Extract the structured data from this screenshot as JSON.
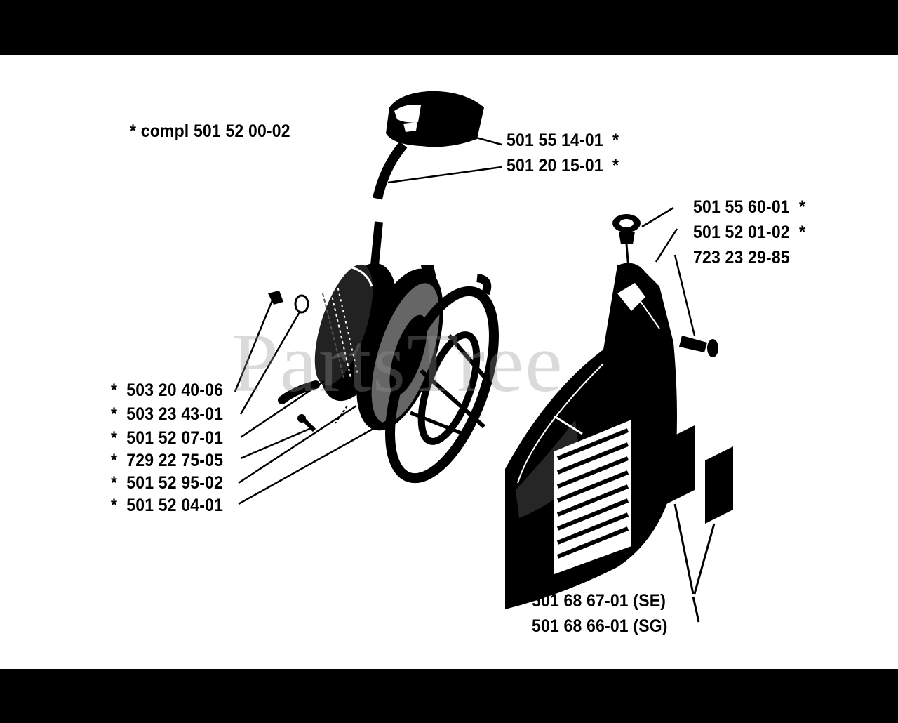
{
  "watermark": "PartsTree",
  "assembly_label": "compl 501 52 00-02",
  "assembly_marker": "*",
  "parts_right": [
    {
      "number": "501 55 14-01",
      "mark": "*"
    },
    {
      "number": "501 20 15-01",
      "mark": "*"
    },
    {
      "number": "501 55 60-01",
      "mark": "*"
    },
    {
      "number": "501 52 01-02",
      "mark": "*"
    },
    {
      "number": "723 23 29-85",
      "mark": ""
    }
  ],
  "parts_left": [
    {
      "mark": "*",
      "number": "503 20 40-06"
    },
    {
      "mark": "*",
      "number": "503 23 43-01"
    },
    {
      "mark": "*",
      "number": "501 52 07-01"
    },
    {
      "mark": "*",
      "number": "729 22 75-05"
    },
    {
      "mark": "*",
      "number": "501 52 95-02"
    },
    {
      "mark": "*",
      "number": "501 52 04-01"
    }
  ],
  "decals": [
    {
      "number": "501 68 67-01",
      "variant": "(SE)"
    },
    {
      "number": "501 68 66-01",
      "variant": "(SG)"
    }
  ]
}
